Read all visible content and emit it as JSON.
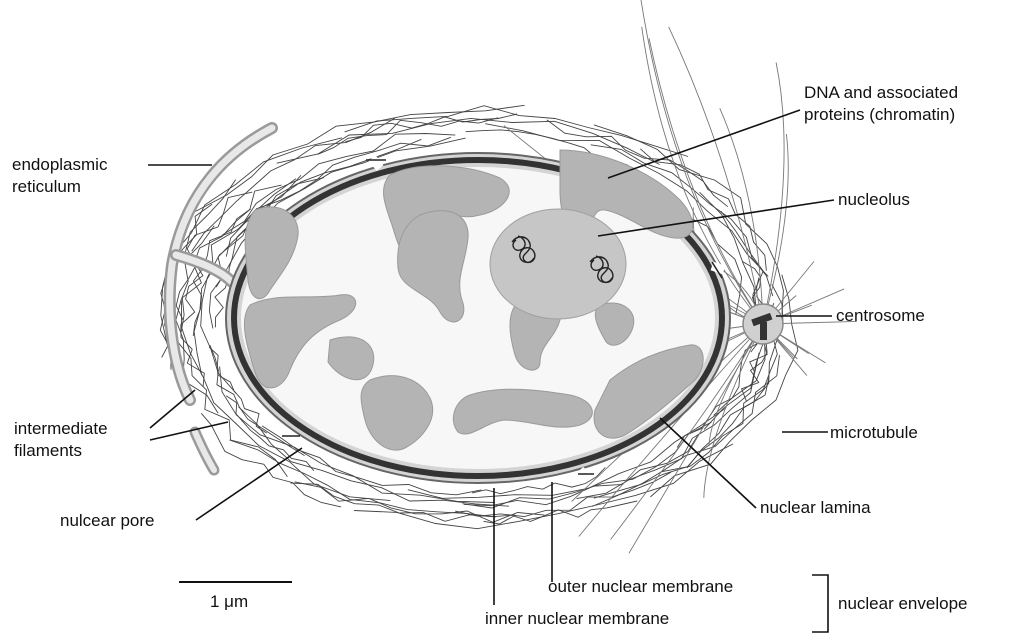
{
  "labels": {
    "dna": "DNA and associated\nproteins (chromatin)",
    "er": "endoplasmic\nreticulum",
    "nucleolus": "nucleolus",
    "centrosome": "centrosome",
    "microtubule": "microtubule",
    "intermediate": "intermediate\nfilaments",
    "nuclear_pore": "nulcear pore",
    "nuclear_lamina": "nuclear lamina",
    "outer_membrane": "outer nuclear membrane",
    "inner_membrane": "inner nuclear membrane",
    "nuclear_envelope": "nuclear envelope",
    "scale_bar": "1 μm"
  }
}
